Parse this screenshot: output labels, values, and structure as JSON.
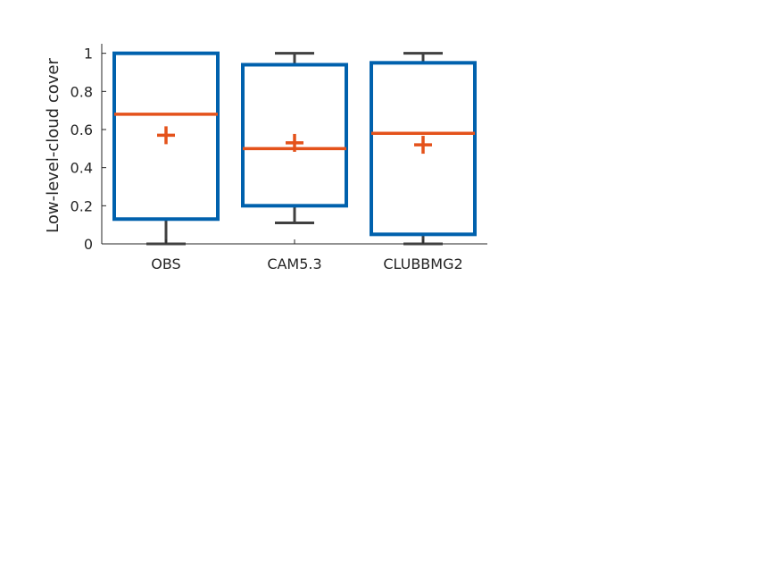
{
  "chart_data": {
    "type": "box",
    "ylabel": "Low-level-cloud cover",
    "xlabel": "",
    "ylim": [
      0,
      1.05
    ],
    "yticks": [
      0,
      0.2,
      0.4,
      0.6,
      0.8,
      1
    ],
    "ytick_labels": [
      "0",
      "0.2",
      "0.4",
      "0.6",
      "0.8",
      "1"
    ],
    "categories": [
      "OBS",
      "CAM5.3",
      "CLUBBMG2"
    ],
    "boxes": [
      {
        "category": "OBS",
        "whisker_low": 0.0,
        "q1": 0.13,
        "median": 0.68,
        "q3": 1.0,
        "whisker_high": 1.0,
        "mean": 0.57
      },
      {
        "category": "CAM5.3",
        "whisker_low": 0.11,
        "q1": 0.2,
        "median": 0.5,
        "q3": 0.94,
        "whisker_high": 1.0,
        "mean": 0.53
      },
      {
        "category": "CLUBBMG2",
        "whisker_low": 0.0,
        "q1": 0.05,
        "median": 0.58,
        "q3": 0.95,
        "whisker_high": 1.0,
        "mean": 0.52
      }
    ],
    "grid": false,
    "colors": {
      "box": "#0061AD",
      "median": "#E4521B",
      "mean": "#E4521B",
      "whisker": "#404040",
      "axis": "#262626"
    }
  }
}
